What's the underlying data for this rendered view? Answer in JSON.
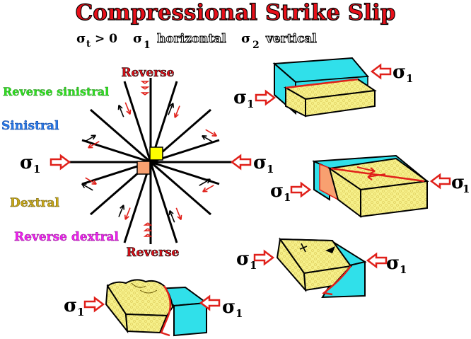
{
  "title": "Compressional Strike Slip",
  "subtitle": {
    "sigma_t": "σ",
    "sigma_t_sub": "t",
    "sigma_t_cond": "> 0",
    "sigma1": "σ",
    "sigma1_sub": "1",
    "sigma1_text": "horizontal",
    "sigma2": "σ",
    "sigma2_sub": "2",
    "sigma2_text": "vertical"
  },
  "rose": {
    "label_reverse_top": "Reverse",
    "label_reverse_bottom": "Reverse",
    "label_reverse_sinistral": "Reverse sinistral",
    "label_sinistral": "Sinistral",
    "label_dextral": "Dextral",
    "label_reverse_dextral": "Reverse dextral",
    "sigma_left": "σ",
    "sigma_left_sub": "1",
    "sigma_right": "σ",
    "sigma_right_sub": "1"
  },
  "blocks": {
    "b1_sigma_right": "σ",
    "b1_sigma_right_sub": "1",
    "b1_sigma_left": "σ",
    "b1_sigma_left_sub": "1",
    "b2_sigma_left": "σ",
    "b2_sigma_left_sub": "1",
    "b2_sigma_right": "σ",
    "b2_sigma_right_sub": "1",
    "b3_sigma_left": "σ",
    "b3_sigma_left_sub": "1",
    "b3_sigma_right": "σ",
    "b3_sigma_right_sub": "1",
    "b4_sigma_left": "σ",
    "b4_sigma_left_sub": "1",
    "b4_sigma_right": "σ",
    "b4_sigma_right_sub": "1"
  },
  "colors": {
    "title_red": "#e8101a",
    "arrow_red": "#e0201a",
    "green": "#2ee020",
    "blue": "#2a7ae8",
    "olive": "#c8a818",
    "magenta": "#f020f0",
    "block_yellow": "#f6f08a",
    "block_cyan": "#30e0ea",
    "square_yellow": "#ffff00",
    "square_orange": "#f8a070"
  }
}
